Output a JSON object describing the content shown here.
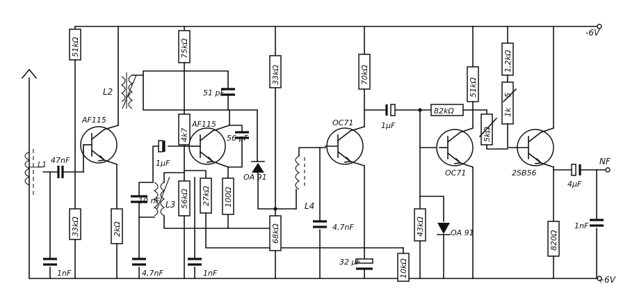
{
  "rails": {
    "negative": "-6V",
    "positive": "+6V"
  },
  "terminals": {
    "out": "NF"
  },
  "transistors": [
    {
      "id": "t1",
      "type": "AF115"
    },
    {
      "id": "t2",
      "type": "AF115"
    },
    {
      "id": "t3",
      "type": "OC71"
    },
    {
      "id": "t4",
      "type": "OC71"
    },
    {
      "id": "t5",
      "type": "2SB56"
    }
  ],
  "diodes": [
    {
      "id": "d1",
      "type": "OA 91"
    },
    {
      "id": "d2",
      "type": "OA 91"
    }
  ],
  "inductors": [
    {
      "id": "l1",
      "label": "L1"
    },
    {
      "id": "l2",
      "label": "L2"
    },
    {
      "id": "l3",
      "label": "L3"
    },
    {
      "id": "l4",
      "label": "L4"
    }
  ],
  "resistors": [
    {
      "id": "r1",
      "value": "51kΩ"
    },
    {
      "id": "r2",
      "value": "33kΩ"
    },
    {
      "id": "r3",
      "value": "2kΩ"
    },
    {
      "id": "r4",
      "value": "75kΩ"
    },
    {
      "id": "r5",
      "value": "4k7"
    },
    {
      "id": "r6",
      "value": "56kΩ"
    },
    {
      "id": "r7",
      "value": "27kΩ"
    },
    {
      "id": "r8",
      "value": "100Ω"
    },
    {
      "id": "r9",
      "value": "33kΩ"
    },
    {
      "id": "r10",
      "value": "68kΩ"
    },
    {
      "id": "r11",
      "value": "70kΩ"
    },
    {
      "id": "r12",
      "value": "10kΩ"
    },
    {
      "id": "r13",
      "value": "82kΩ"
    },
    {
      "id": "r14",
      "value": "43kΩ"
    },
    {
      "id": "r15",
      "value": "51kΩ"
    },
    {
      "id": "r16",
      "value": "1,2kΩ"
    },
    {
      "id": "r17",
      "value": "5"
    },
    {
      "id": "r18",
      "value": "1k"
    },
    {
      "id": "r19",
      "value": "5kΩ"
    },
    {
      "id": "r20",
      "value": "820Ω"
    }
  ],
  "capacitors": [
    {
      "id": "c1",
      "value": "47nF"
    },
    {
      "id": "c2",
      "value": "1nF"
    },
    {
      "id": "c3",
      "value": "51 pF"
    },
    {
      "id": "c4",
      "value": "1μF"
    },
    {
      "id": "c5",
      "value": "56 pF"
    },
    {
      "id": "c6",
      "value": "10 nF"
    },
    {
      "id": "c7",
      "value": "4,7nF"
    },
    {
      "id": "c8",
      "value": "1nF"
    },
    {
      "id": "c9",
      "value": "4,7nF"
    },
    {
      "id": "c10",
      "value": "1μF"
    },
    {
      "id": "c11",
      "value": "32 μF"
    },
    {
      "id": "c12",
      "value": "4μF"
    },
    {
      "id": "c13",
      "value": "1nF"
    }
  ]
}
